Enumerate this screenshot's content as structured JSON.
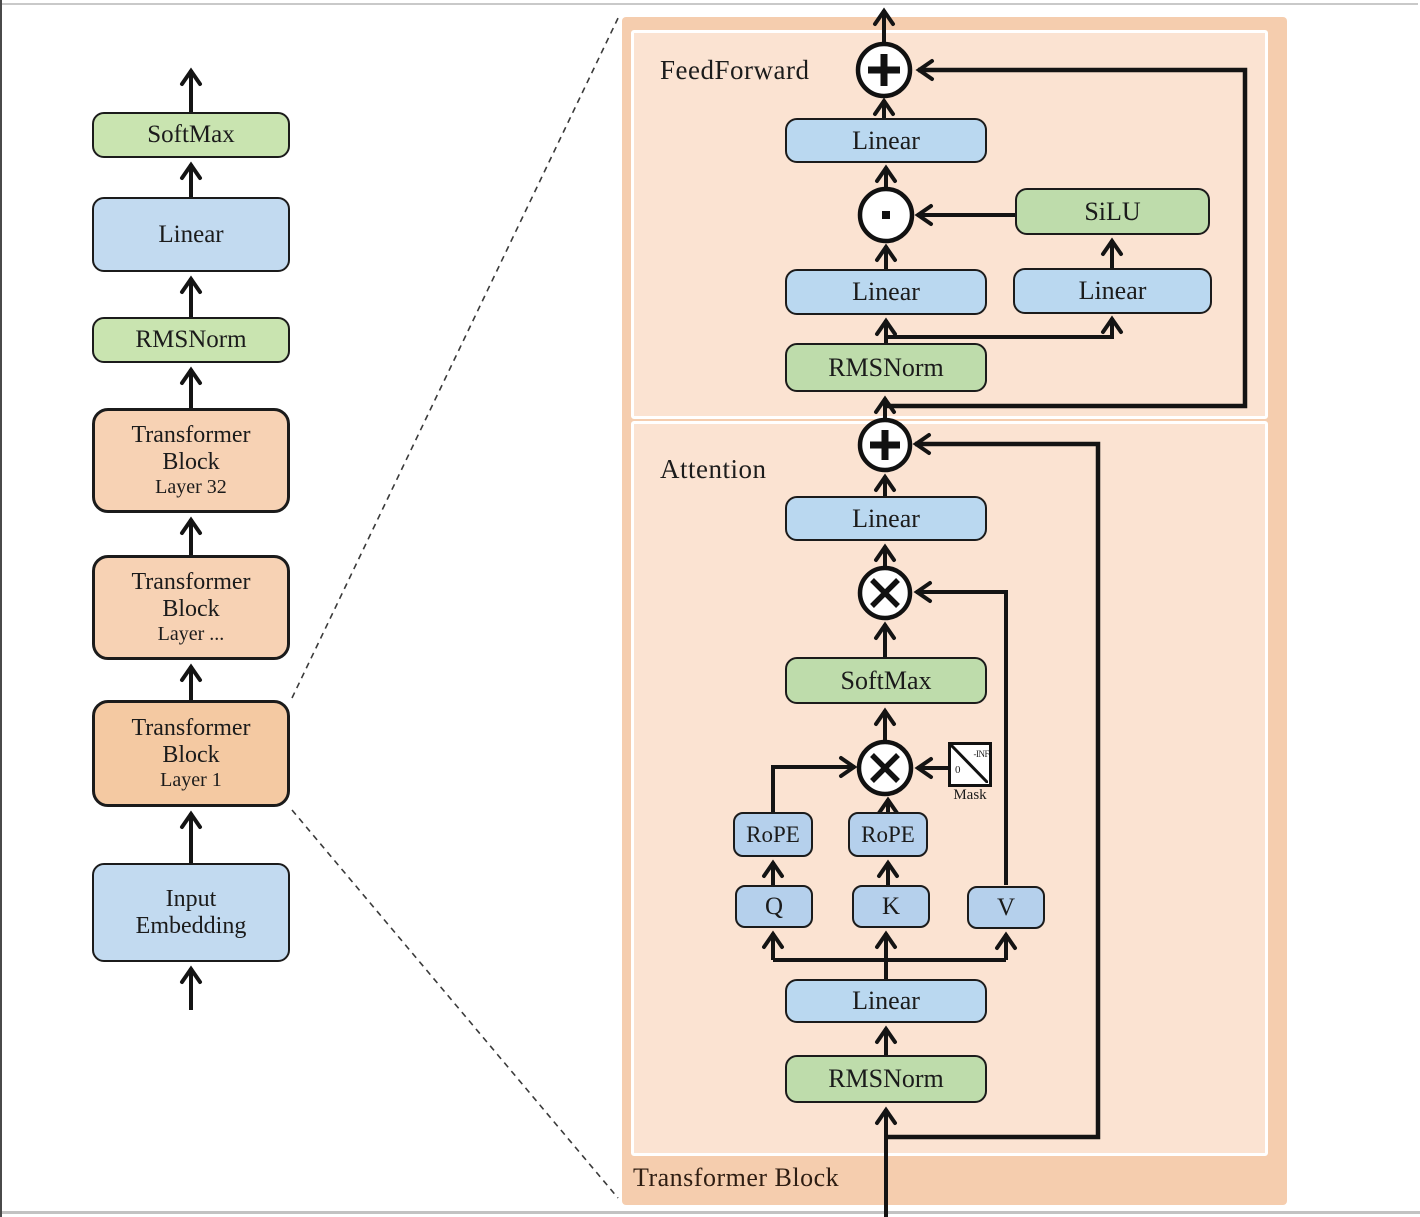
{
  "left_column": {
    "softmax": "SoftMax",
    "linear": "Linear",
    "rmsnorm": "RMSNorm",
    "tb_top": {
      "l1": "Transformer",
      "l2": "Block",
      "l3": "Layer 32"
    },
    "tb_mid": {
      "l1": "Transformer",
      "l2": "Block",
      "l3": "Layer ..."
    },
    "tb_bottom": {
      "l1": "Transformer",
      "l2": "Block",
      "l3": "Layer 1"
    },
    "input_embedding": {
      "l1": "Input",
      "l2": "Embedding"
    }
  },
  "panel": {
    "title": "Transformer Block",
    "feedforward": {
      "label": "FeedForward",
      "linear_down": "Linear",
      "silu": "SiLU",
      "linear_gate": "Linear",
      "linear_up": "Linear",
      "rmsnorm": "RMSNorm"
    },
    "attention": {
      "label": "Attention",
      "linear_out": "Linear",
      "softmax": "SoftMax",
      "mask": {
        "label": "Mask",
        "upper": "-INF",
        "lower": "0"
      },
      "rope_q": "RoPE",
      "rope_k": "RoPE",
      "q": "Q",
      "k": "K",
      "v": "V",
      "linear_in": "Linear",
      "rmsnorm": "RMSNorm"
    },
    "icons": {
      "add": "plus-circle",
      "matmul": "x-circle",
      "elementwise_product": "dot-circle"
    }
  },
  "colors": {
    "panel_outer": "#f5cdae",
    "panel_inner": "#fbe3d2",
    "box_blue": "#bad8f0",
    "box_green": "#bedcab",
    "box_orange": "#f7d2b4",
    "wire": "#141414"
  }
}
